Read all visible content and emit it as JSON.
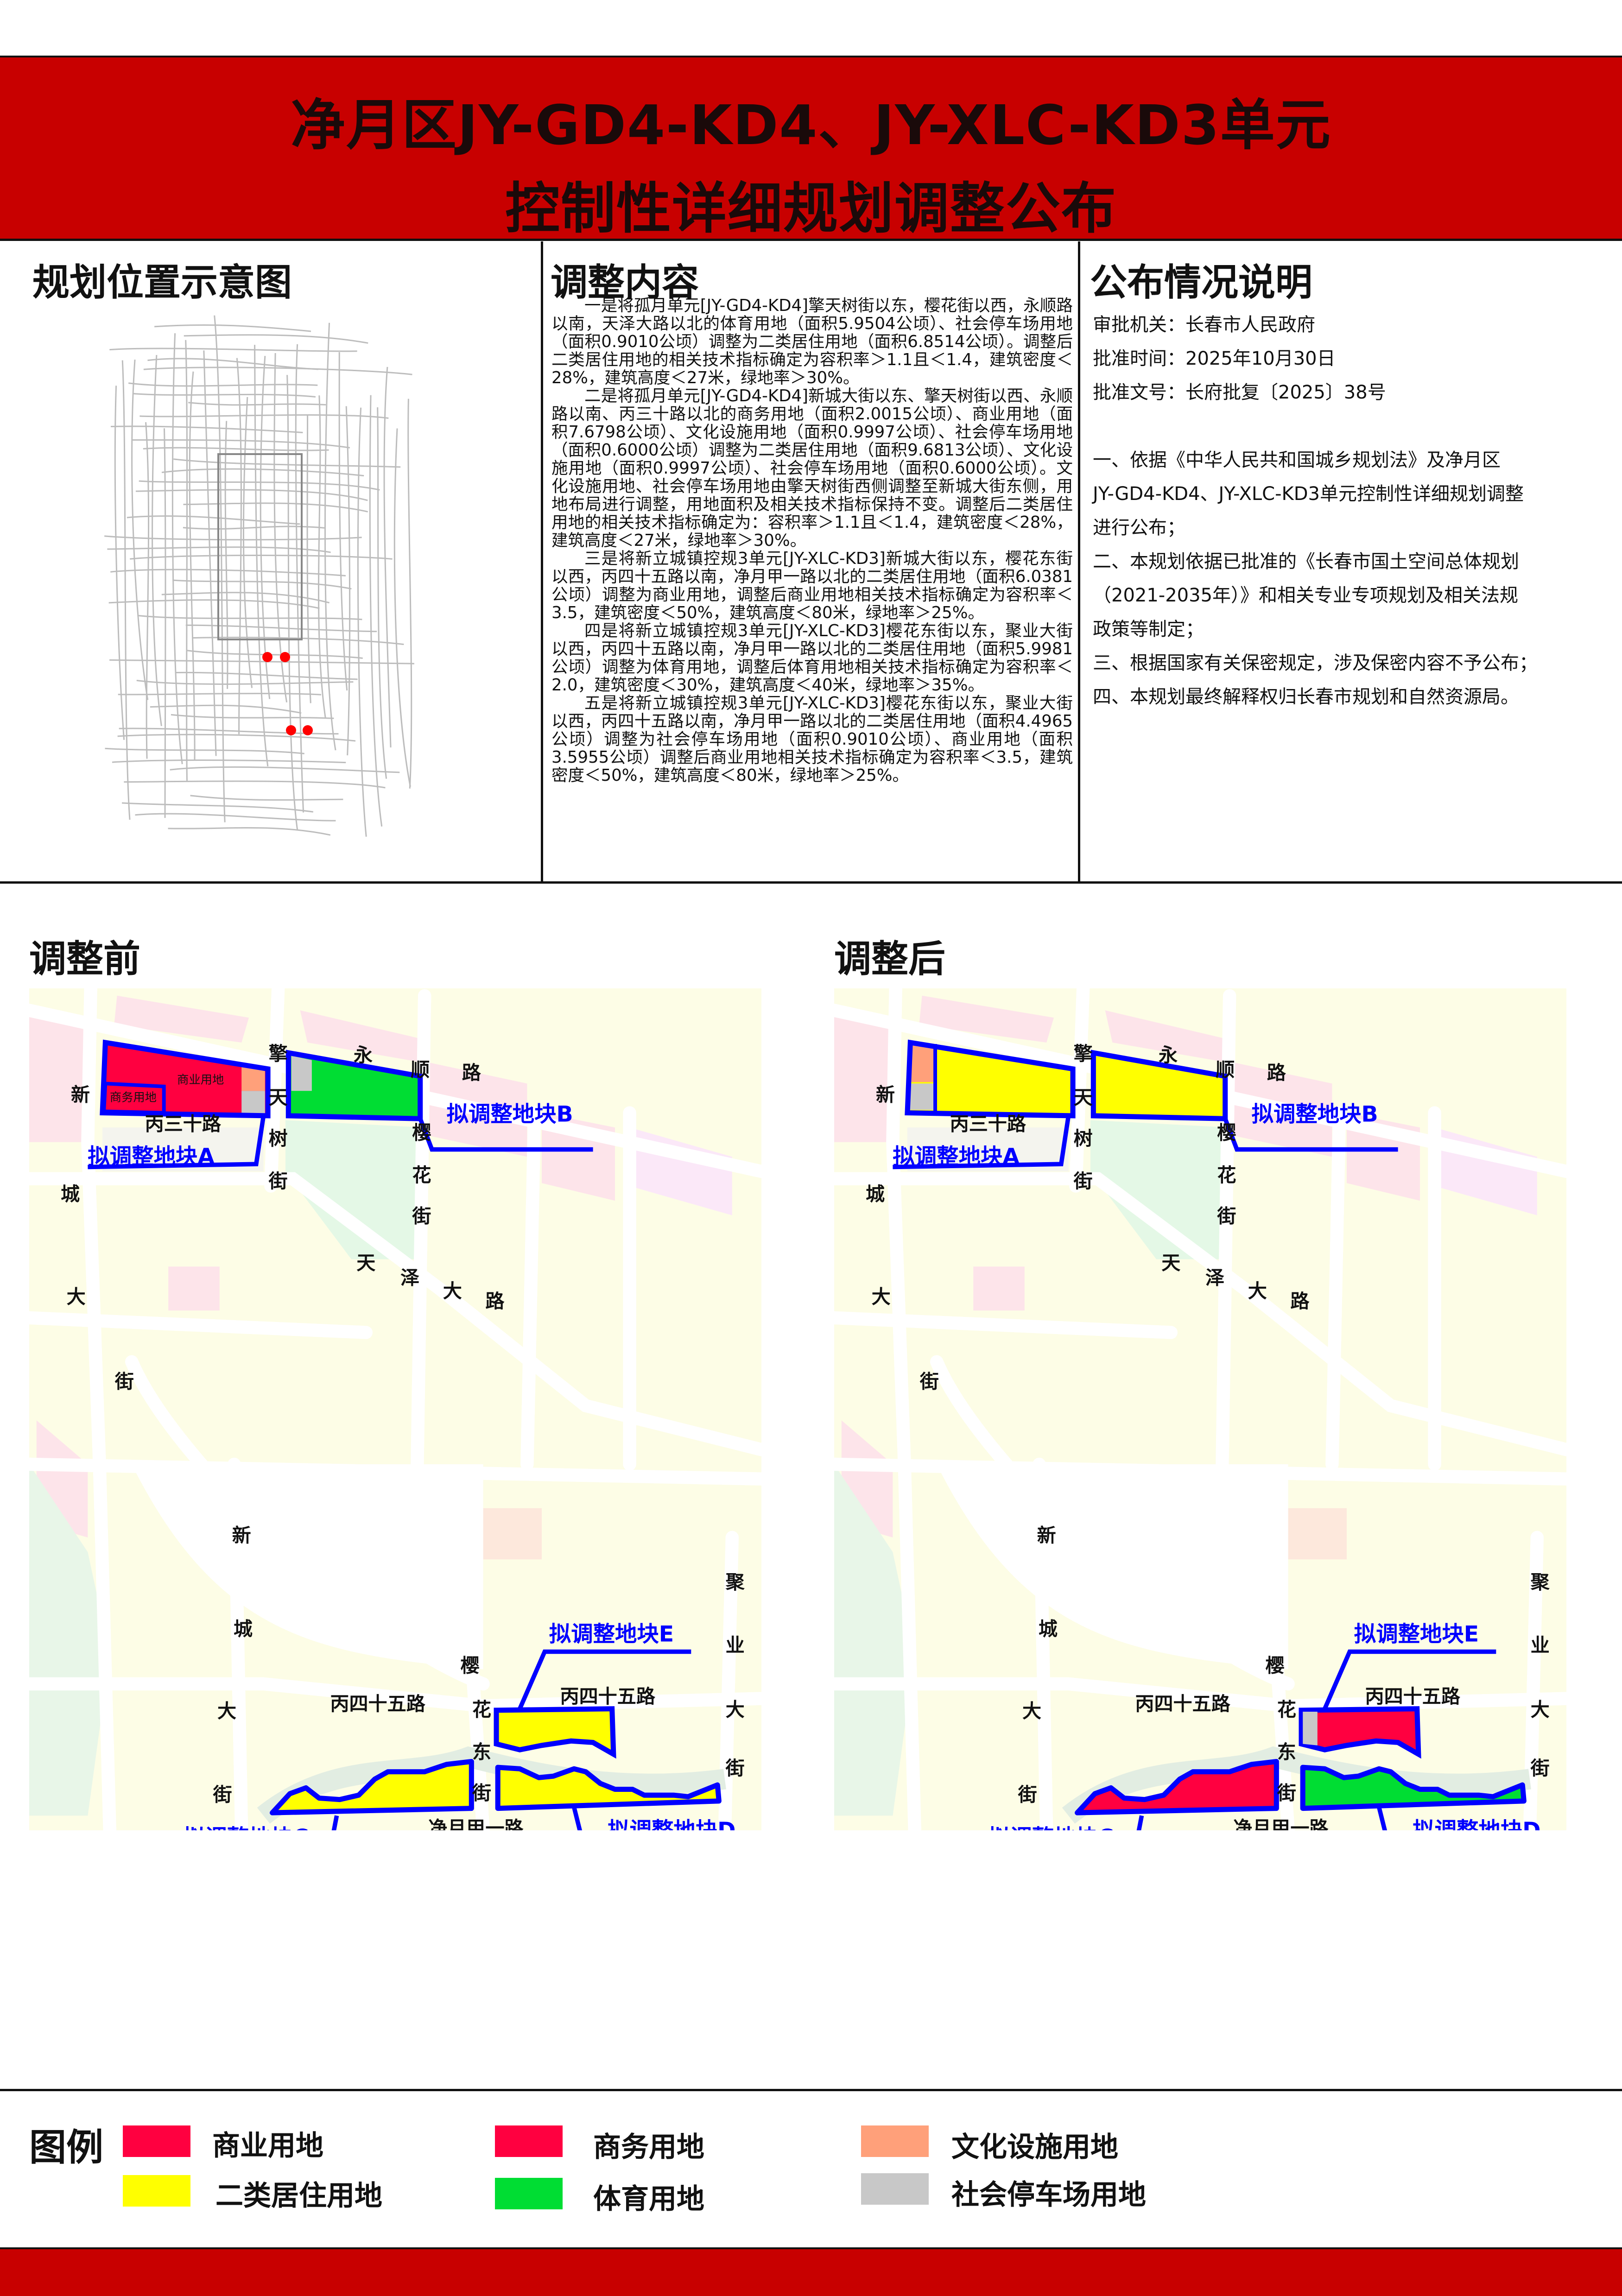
{
  "header": {
    "title_line1": "净月区JY-GD4-KD4、JY-XLC-KD3单元",
    "title_line2": "控制性详细规划调整公布"
  },
  "sections": {
    "location_title": "规划位置示意图",
    "content_title": "调整内容",
    "notice_title": "公布情况说明"
  },
  "content_paragraphs": [
    "一是将孤月单元[JY-GD4-KD4]擎天树街以东，樱花街以西，永顺路以南，天泽大路以北的体育用地（面积5.9504公顷）、社会停车场用地（面积0.9010公顷）调整为二类居住用地（面积6.8514公顷）。调整后二类居住用地的相关技术指标确定为容积率＞1.1且＜1.4，建筑密度＜28%，建筑高度＜27米，绿地率＞30%。",
    "二是将孤月单元[JY-GD4-KD4]新城大街以东、擎天树街以西、永顺路以南、丙三十路以北的商务用地（面积2.0015公顷）、商业用地（面积7.6798公顷）、文化设施用地（面积0.9997公顷）、社会停车场用地（面积0.6000公顷）调整为二类居住用地（面积9.6813公顷）、文化设施用地（面积0.9997公顷）、社会停车场用地（面积0.6000公顷）。文化设施用地、社会停车场用地由擎天树街西侧调整至新城大街东侧，用地布局进行调整，用地面积及相关技术指标保持不变。调整后二类居住用地的相关技术指标确定为：容积率＞1.1且＜1.4，建筑密度＜28%，建筑高度＜27米，绿地率＞30%。",
    "三是将新立城镇控规3单元[JY-XLC-KD3]新城大街以东，樱花东街以西，丙四十五路以南，净月甲一路以北的二类居住用地（面积6.0381公顷）调整为商业用地，调整后商业用地相关技术指标确定为容积率＜3.5，建筑密度＜50%，建筑高度＜80米，绿地率＞25%。",
    "四是将新立城镇控规3单元[JY-XLC-KD3]樱花东街以东，聚业大街以西，丙四十五路以南，净月甲一路以北的二类居住用地（面积5.9981公顷）调整为体育用地，调整后体育用地相关技术指标确定为容积率＜2.0，建筑密度＜30%，建筑高度＜40米，绿地率＞35%。",
    "五是将新立城镇控规3单元[JY-XLC-KD3]樱花东街以东，聚业大街以西，丙四十五路以南，净月甲一路以北的二类居住用地（面积4.4965公顷）调整为社会停车场用地（面积0.9010公顷）、商业用地（面积3.5955公顷）调整后商业用地相关技术指标确定为容积率＜3.5，建筑密度＜50%，建筑高度＜80米，绿地率＞25%。"
  ],
  "notice": {
    "approval_authority": "审批机关：长春市人民政府",
    "approval_date": "批准时间：2025年10月30日",
    "approval_doc": "批准文号：长府批复〔2025〕38号",
    "lines": [
      "一、依据《中华人民共和国城乡规划法》及净月区",
      "JY-GD4-KD4、JY-XLC-KD3单元控制性详细规划调整",
      "进行公布；",
      "二、本规划依据已批准的《长春市国土空间总体规划",
      "（2021-2035年）》和相关专业专项规划及相关法规",
      "政策等制定；",
      "三、根据国家有关保密规定，涉及保密内容不予公布；",
      "四、本规划最终解释权归长春市规划和自然资源局。"
    ]
  },
  "maps": {
    "before_title": "调整前",
    "after_title": "调整后",
    "roads": {
      "xincheng": "新城大街",
      "qingtianshu": "擎天树街",
      "yongshun": "永顺路",
      "bing30": "丙三十路",
      "yinghua": "樱花街",
      "tianze": "天泽大路",
      "bing45": "丙四十五路",
      "yinghuadong": "樱花东街",
      "juye": "聚业大街",
      "jingyue": "净月甲一路"
    },
    "plot_labels": {
      "A": "拟调整地块A",
      "B": "拟调整地块B",
      "C": "拟调整地块C",
      "D": "拟调整地块D",
      "E": "拟调整地块E"
    },
    "inline_labels": {
      "commercial": "商业用地",
      "business": "商务用地"
    },
    "before_fills": {
      "A_main": "#ff0040",
      "A_business": "#ff0040",
      "A_culture": "#ffa07a",
      "A_parking": "#c8c8c8",
      "B_main": "#00dd33",
      "B_parking": "#c8c8c8",
      "C_main": "#ffff00",
      "D_main": "#ffff00",
      "E_main": "#ffff00"
    },
    "after_fills": {
      "A_main": "#ffff00",
      "A_culture": "#ffa07a",
      "A_parking": "#c8c8c8",
      "B_main": "#ffff00",
      "C_main": "#ff0040",
      "D_main": "#00dd33",
      "E_main": "#ff0040",
      "E_parking": "#c8c8c8"
    },
    "outline_color": "#0000ff"
  },
  "legend": {
    "title": "图例",
    "items": [
      {
        "label": "商业用地",
        "color": "#ff0040"
      },
      {
        "label": "二类居住用地",
        "color": "#ffff00"
      },
      {
        "label": "商务用地",
        "color": "#ff0040"
      },
      {
        "label": "体育用地",
        "color": "#00dd33"
      },
      {
        "label": "文化设施用地",
        "color": "#ffa07a"
      },
      {
        "label": "社会停车场用地",
        "color": "#c8c8c8"
      }
    ]
  },
  "colors": {
    "header_red": "#c80000"
  }
}
